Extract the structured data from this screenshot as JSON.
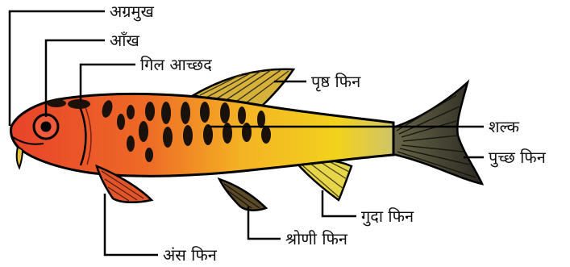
{
  "labels": {
    "snout": "अग्रमुख",
    "eye": "आँख",
    "gill_cover": "गिल आच्छद",
    "dorsal_fin": "पृष्ठ फिन",
    "scales": "शल्क",
    "caudal_fin": "पुच्छ फिन",
    "anal_fin": "गुदा फिन",
    "pelvic_fin": "श्रोणी फिन",
    "pectoral_fin": "अंस फिन"
  },
  "colors": {
    "head": "#e8432a",
    "mid": "#f39c22",
    "body": "#f2d21c",
    "tail_base": "#c9c06a",
    "fin_dark": "#3d3b2c",
    "outline": "#000000",
    "line": "#000000"
  }
}
